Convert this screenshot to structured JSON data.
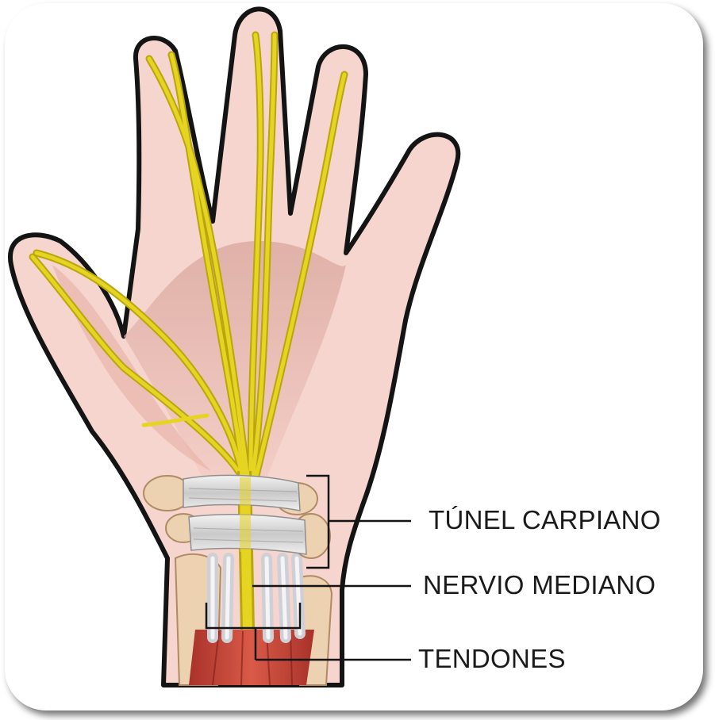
{
  "labels": {
    "carpal_tunnel": "TÚNEL CARPIANO",
    "median_nerve": "NERVIO MEDIANO",
    "tendons": "TENDONES"
  },
  "colors": {
    "skin": "#f6d5cf",
    "palm_shadow": "#d9a096",
    "nerve": "#e6d422",
    "nerve_outline": "#b9a60e",
    "ligament": "#dcdcdc",
    "bone": "#ecd2b0",
    "muscle": "#c84638",
    "outline": "#141414"
  }
}
